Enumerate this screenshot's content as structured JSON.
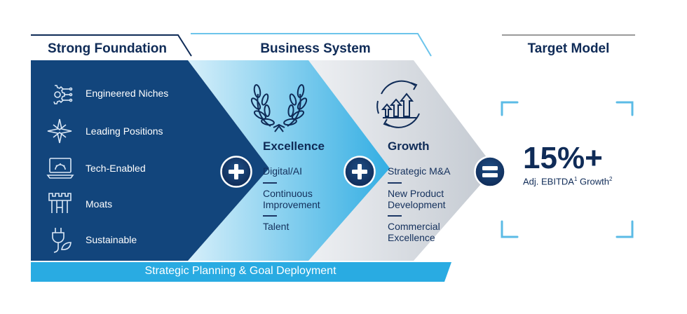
{
  "headers": {
    "foundation": "Strong Foundation",
    "business_system": "Business System",
    "target": "Target Model"
  },
  "foundation_items": [
    {
      "label": "Engineered Niches",
      "icon": "circuit-gear-icon"
    },
    {
      "label": "Leading Positions",
      "icon": "compass-star-icon"
    },
    {
      "label": "Tech-Enabled",
      "icon": "laptop-gear-icon"
    },
    {
      "label": "Moats",
      "icon": "castle-tower-icon"
    },
    {
      "label": "Sustainable",
      "icon": "leaf-plug-icon"
    }
  ],
  "excellence": {
    "title": "Excellence",
    "icon": "laurel-wreath-icon",
    "items": [
      "Digital/AI",
      "Continuous\nImprovement",
      "Talent"
    ]
  },
  "growth": {
    "title": "Growth",
    "icon": "growth-arrows-cycle-icon",
    "items": [
      "Strategic M&A",
      "New Product\nDevelopment",
      "Commercial\nExcellence"
    ]
  },
  "target": {
    "value": "15%+",
    "label_pre": "Adj. EBITDA",
    "sup1": "1",
    "label_mid": " Growth",
    "sup2": "2"
  },
  "bottom_bar": "Strategic Planning & Goal Deployment",
  "colors": {
    "navy": "#12457c",
    "dark_navy": "#0f2b57",
    "light_blue": "#29abe2",
    "grey": "#d9dde2"
  }
}
